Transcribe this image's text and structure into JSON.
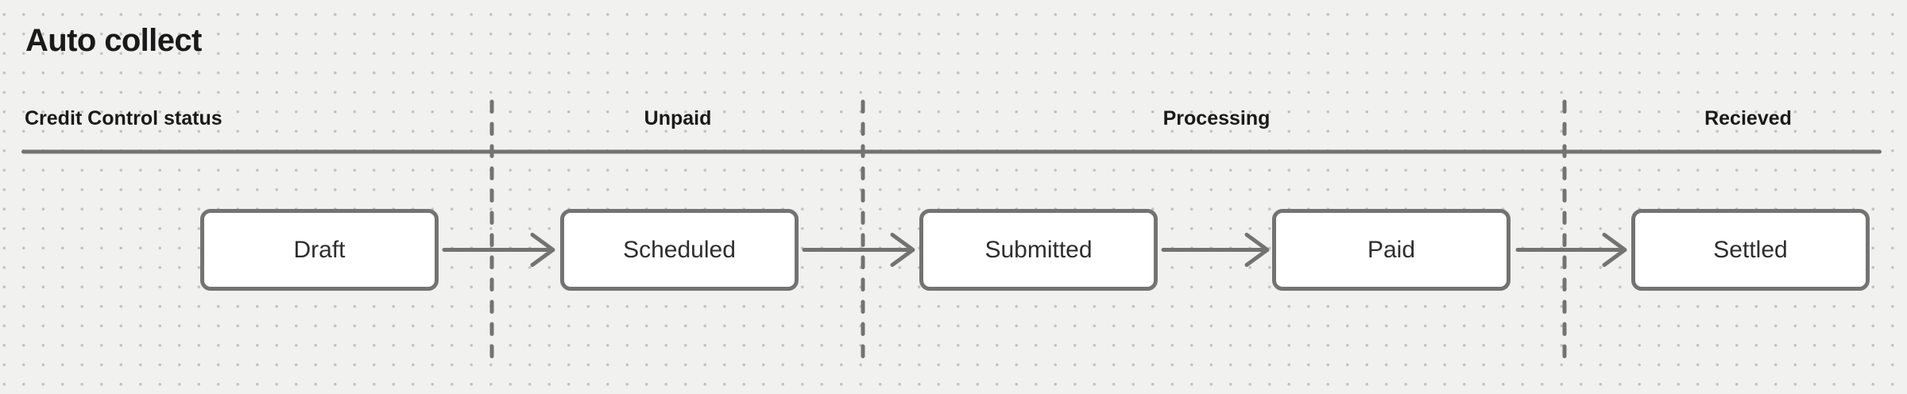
{
  "title": "Auto collect",
  "colors": {
    "background": "#f1f1f0",
    "dot": "#c3c3c3",
    "line": "#737373",
    "box_fill": "#ffffff",
    "text_dark": "#1a1a1a",
    "box_text": "#2e2e2e"
  },
  "header": {
    "axis_label": "Credit Control status",
    "zones": [
      {
        "label": "Unpaid"
      },
      {
        "label": "Processing"
      },
      {
        "label": "Recieved"
      }
    ]
  },
  "flow": {
    "nodes": [
      {
        "label": "Draft"
      },
      {
        "label": "Scheduled"
      },
      {
        "label": "Submitted"
      },
      {
        "label": "Paid"
      },
      {
        "label": "Settled"
      }
    ]
  }
}
